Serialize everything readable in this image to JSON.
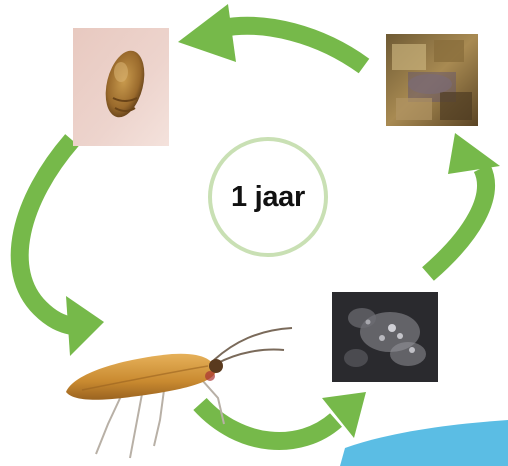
{
  "cycle": {
    "center_label": "1 jaar"
  },
  "stages": [
    {
      "name": "pupa",
      "depiction": "pupa-photo"
    },
    {
      "name": "larva-case",
      "depiction": "larva-photo"
    },
    {
      "name": "eggs",
      "depiction": "eggs-photo"
    },
    {
      "name": "adult-moth",
      "depiction": "moth-drawing"
    }
  ],
  "colors": {
    "arrow": "#76b94a",
    "circle": "#c9e0b4",
    "water": "#5bbde4"
  }
}
